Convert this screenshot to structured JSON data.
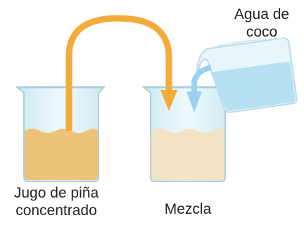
{
  "labels": {
    "coconut_water": [
      "Agua de",
      "coco"
    ],
    "pineapple": [
      "Jugo de piña",
      "concentrado"
    ],
    "mixture": "Mezcla"
  },
  "colors": {
    "glass_fill": "#dff3f9",
    "glass_stroke": "#a9cfdc",
    "pineapple_juice": "#efc377",
    "mixture": "#f5e1c3",
    "coconut_water": "#b6e0f2",
    "arrow_orange": "#f5ab3a",
    "arrow_blue": "#9bd1ef"
  },
  "icons": {
    "left_beaker": "beaker-icon",
    "right_beaker": "beaker-icon",
    "pitcher": "pitcher-icon",
    "transfer_arrow": "curved-arrow-icon",
    "pour_arrow": "arrow-down-icon"
  }
}
